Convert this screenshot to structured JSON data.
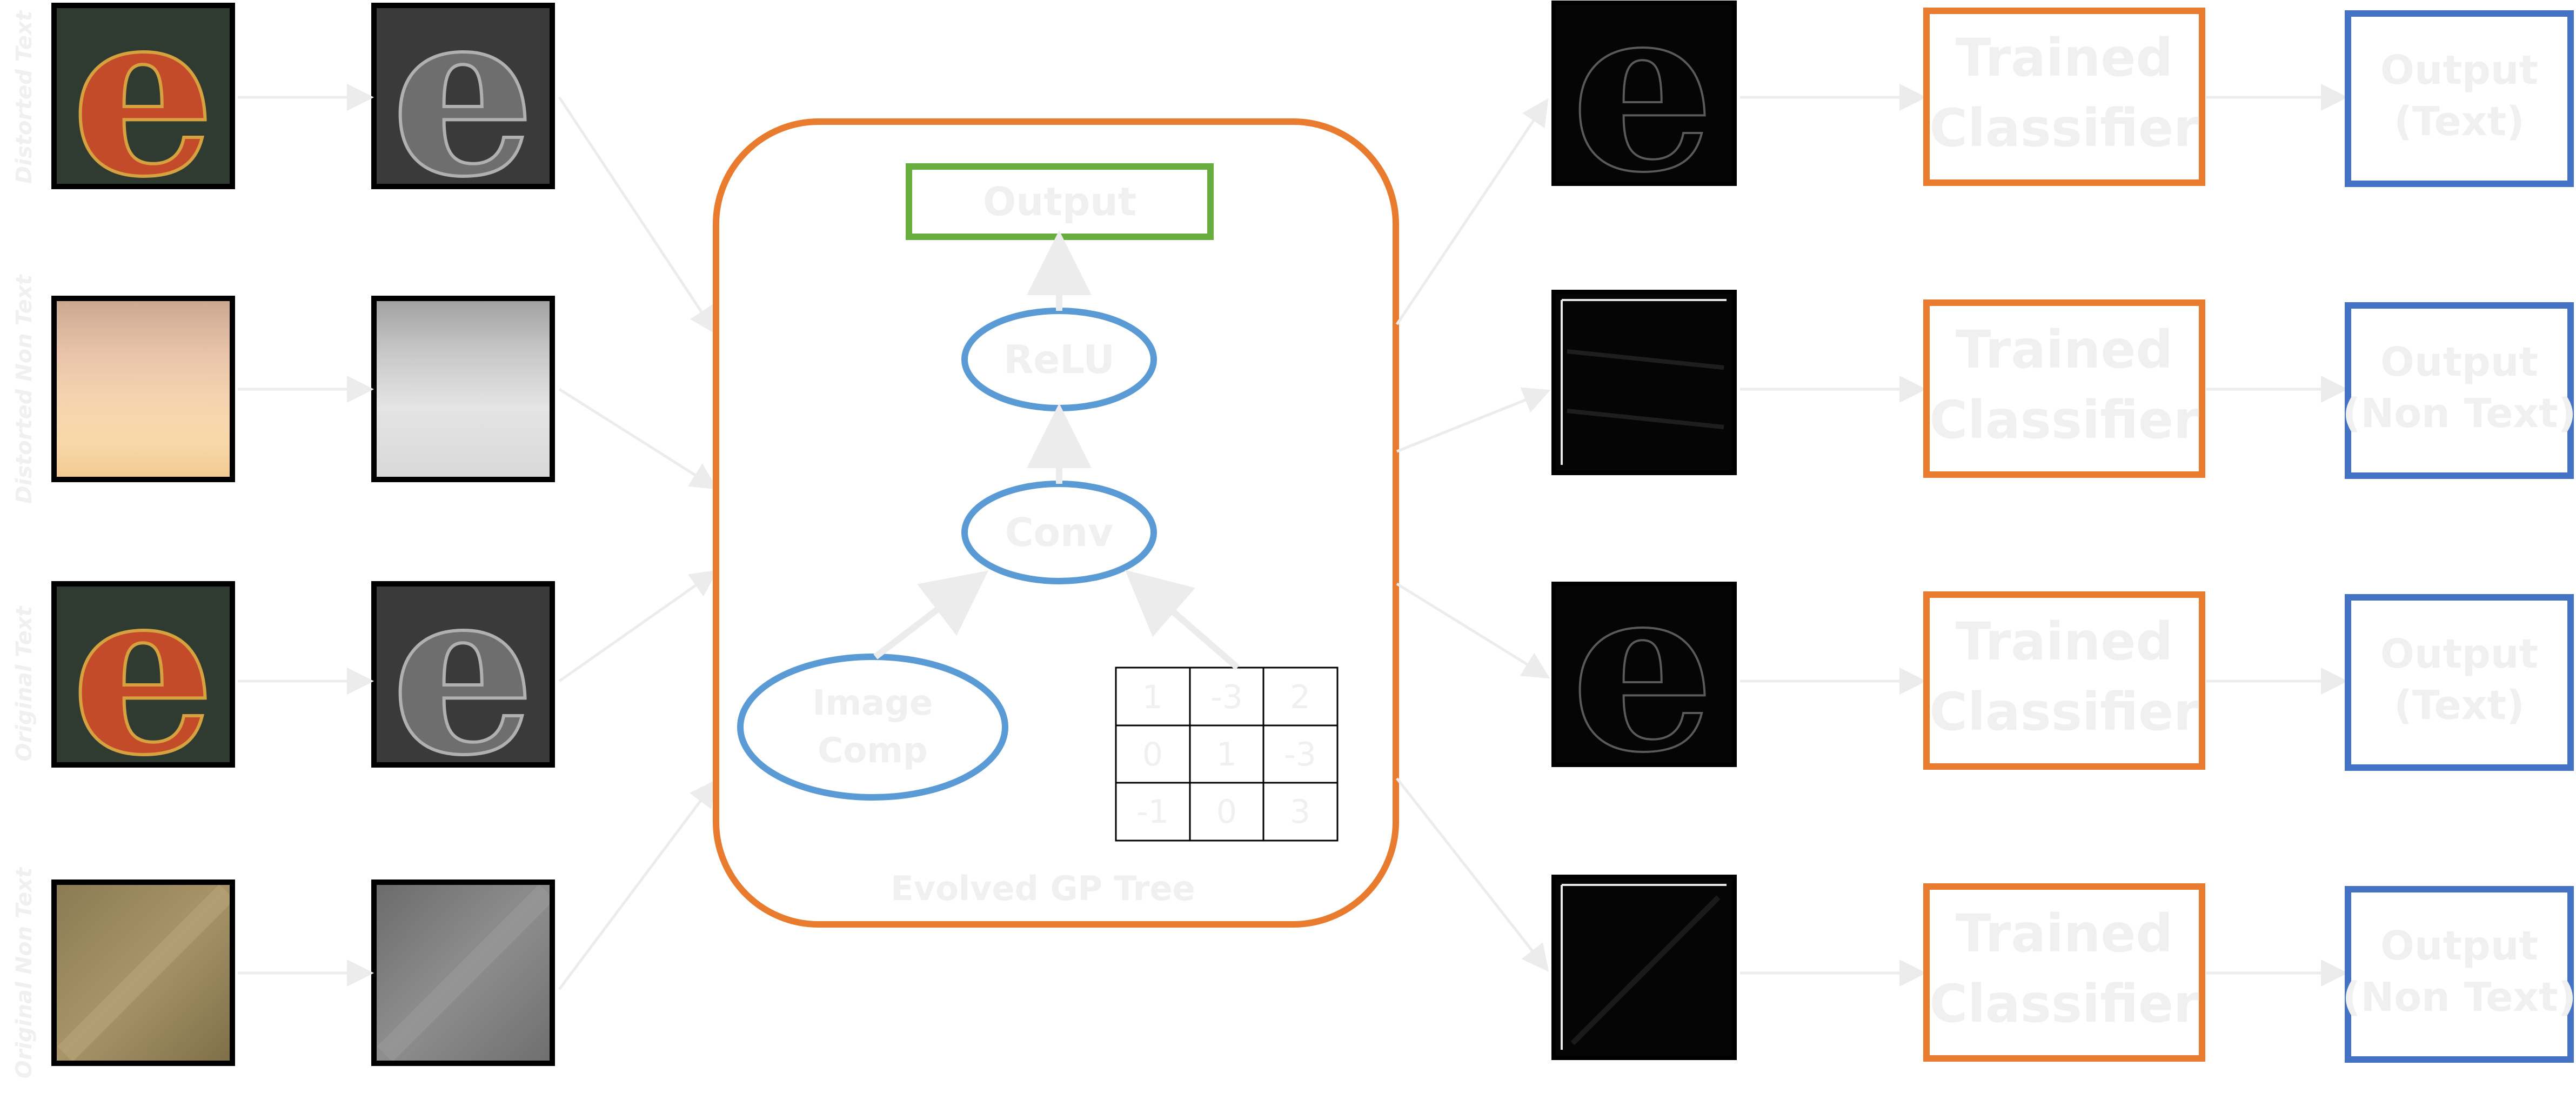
{
  "row_labels": [
    "Distorted Text",
    "Distorted Non Text",
    "Original Text",
    "Original Non Text"
  ],
  "tree": {
    "caption": "Evolved GP Tree",
    "output_label": "Output",
    "relu_label": "ReLU",
    "conv_label": "Conv",
    "image_comp_lines": [
      "Image",
      "Comp"
    ],
    "kernel": [
      [
        "1",
        "-3",
        "2"
      ],
      [
        "0",
        "1",
        "-3"
      ],
      [
        "-1",
        "0",
        "3"
      ]
    ]
  },
  "classifier_lines": [
    "Trained",
    "Classifier"
  ],
  "outputs": [
    [
      "Output",
      "(Text)"
    ],
    [
      "Output",
      "(Non Text)"
    ],
    [
      "Output",
      "(Text)"
    ],
    [
      "Output",
      "(Non Text)"
    ]
  ],
  "colors": {
    "tree_border": "#e87b2d",
    "output_box": "#6aad3f",
    "ellipse": "#5b9bd5",
    "classifier_border": "#e87b2d",
    "output_border": "#4472c4",
    "faint_text": "#f0f0f0",
    "arrow": "#ececec"
  },
  "icons": [
    "letter-e-thumbnail",
    "blurry-patch-thumbnail",
    "diagonal-texture-thumbnail",
    "edge-map-thumbnail"
  ]
}
